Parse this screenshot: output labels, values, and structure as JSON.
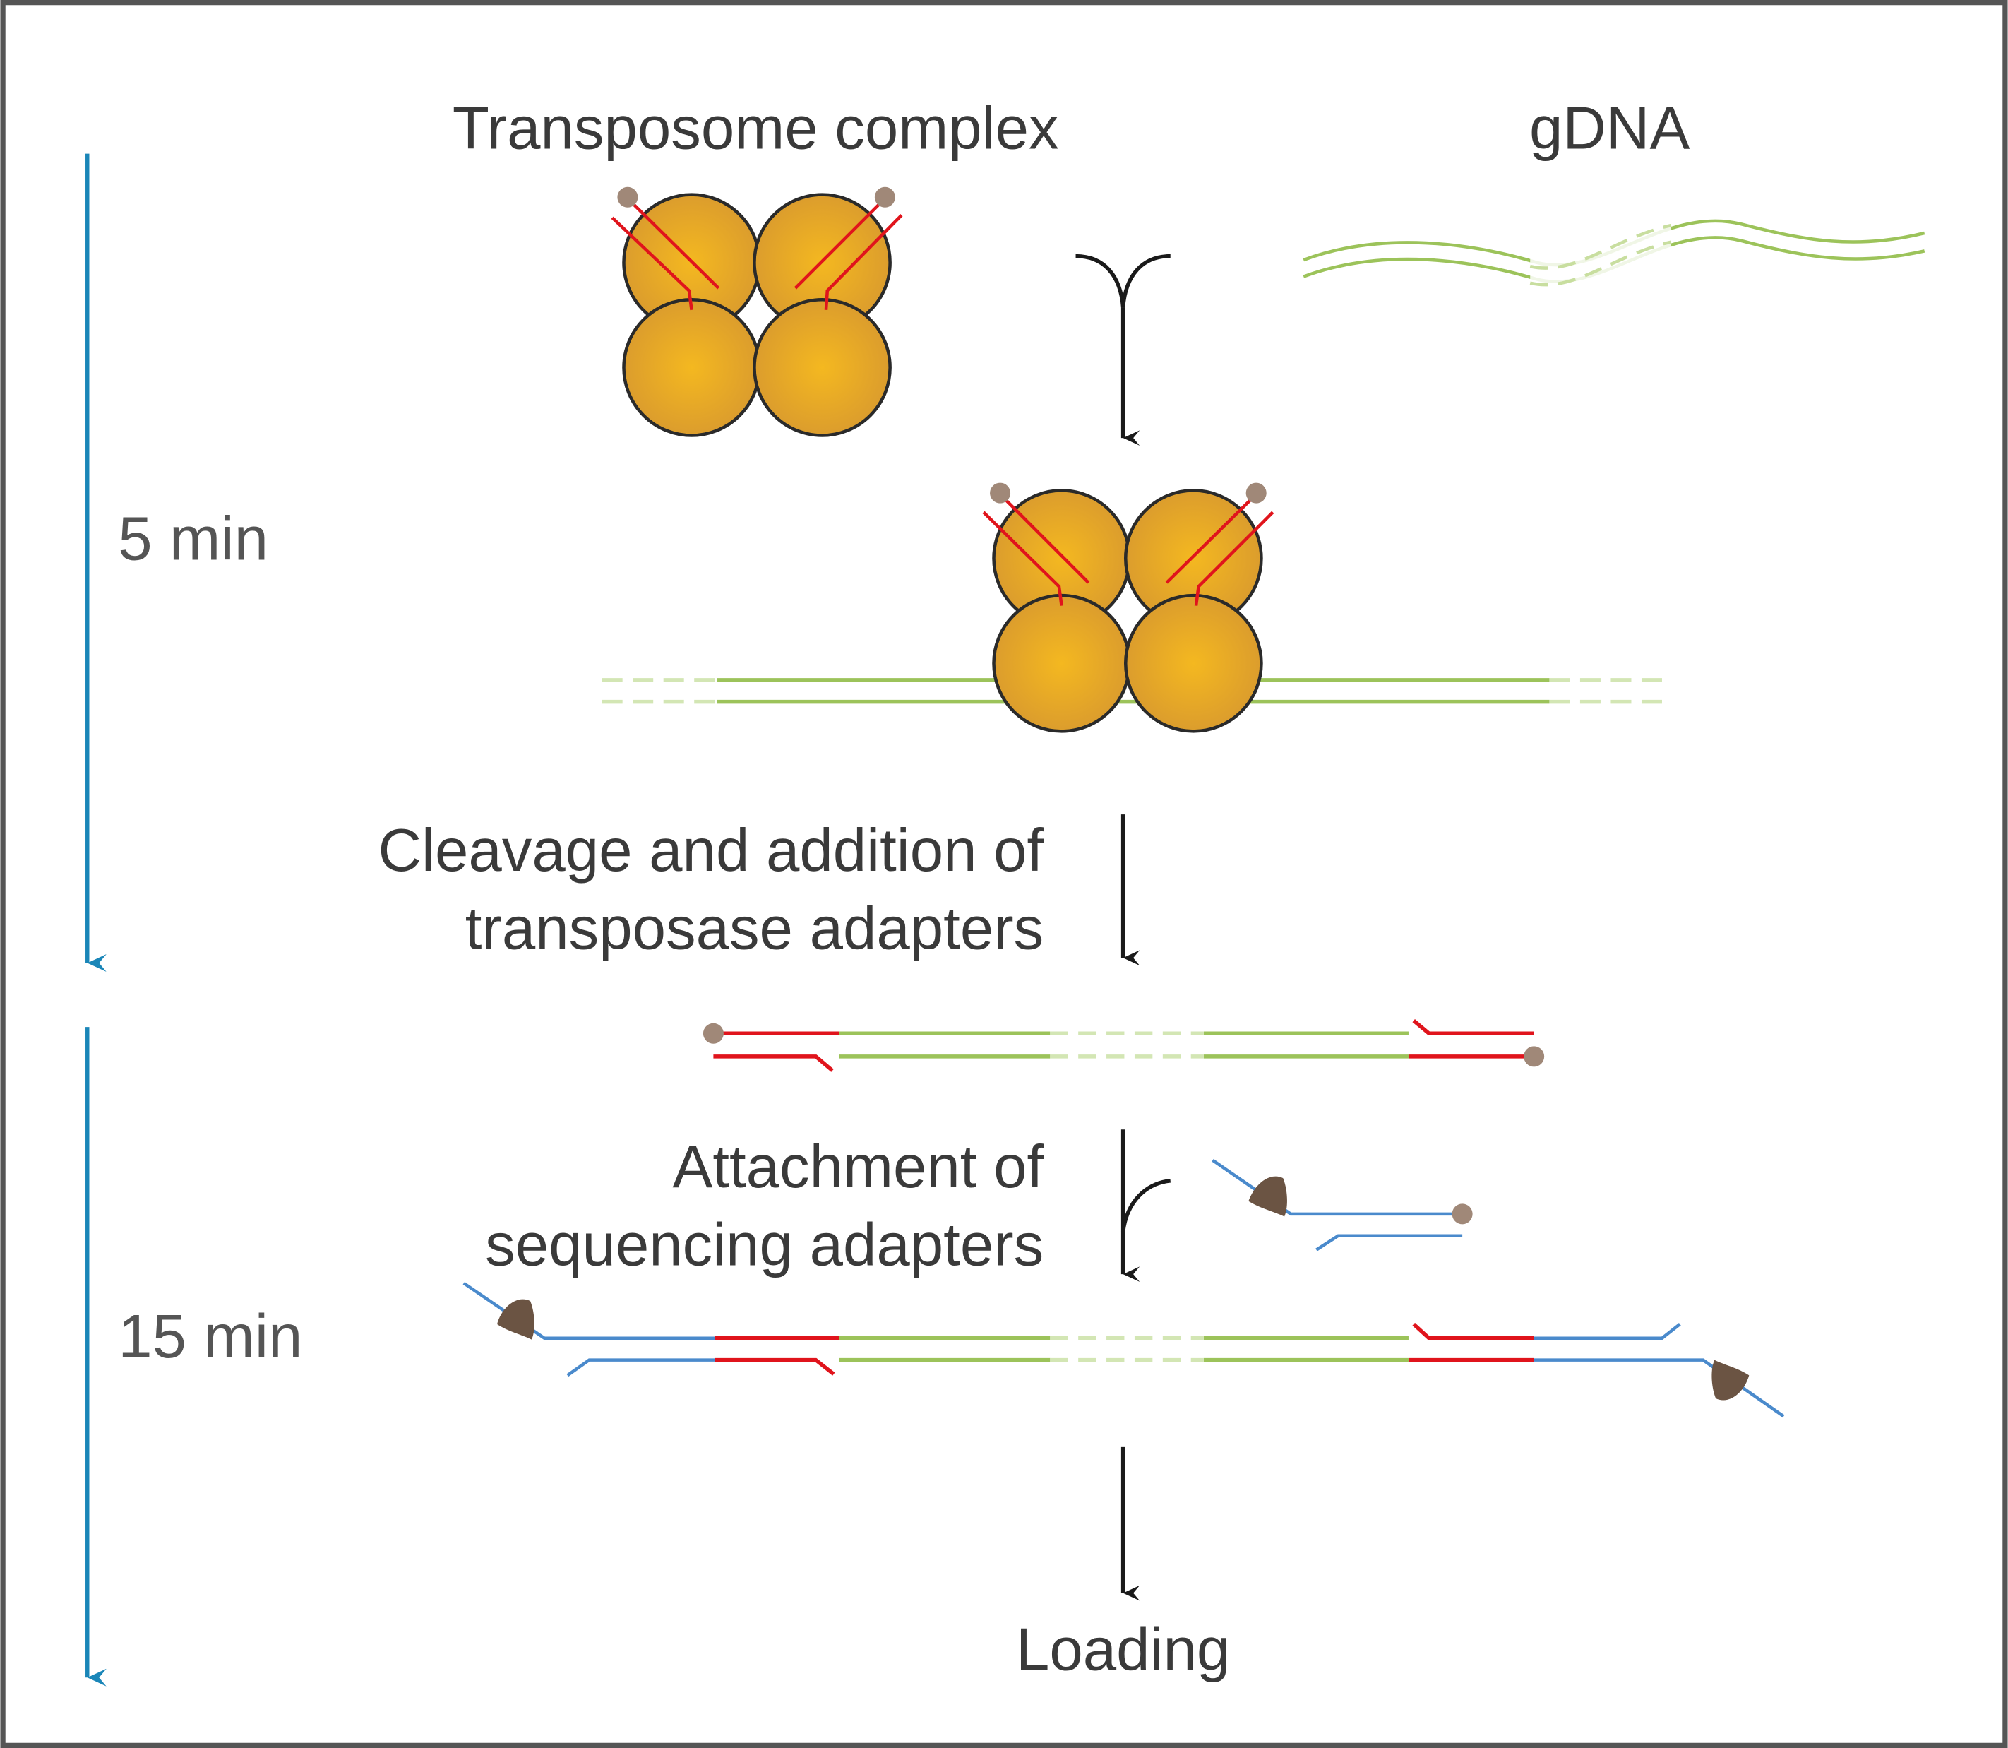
{
  "labels": {
    "transposome_complex": "Transposome complex",
    "gdna": "gDNA",
    "cleavage_line1": "Cleavage and addition of",
    "cleavage_line2": "transposase adapters",
    "attachment_line1": "Attachment of",
    "attachment_line2": "sequencing adapters",
    "loading": "Loading"
  },
  "timeline": {
    "first_step": "5 min",
    "second_step": "15 min"
  },
  "colors": {
    "protein_fill": "#e3a22a",
    "protein_center": "#f2b51c",
    "dna_green": "#9cc35a",
    "transposase_adapter_red": "#e0141c",
    "sequencing_adapter_blue": "#4a8acc",
    "adapter_bead": "#a08878",
    "motor_protein": "#6b5443",
    "timeline_blue": "#1a86b8",
    "arrow": "#1a1a1a",
    "frame": "#555555"
  }
}
